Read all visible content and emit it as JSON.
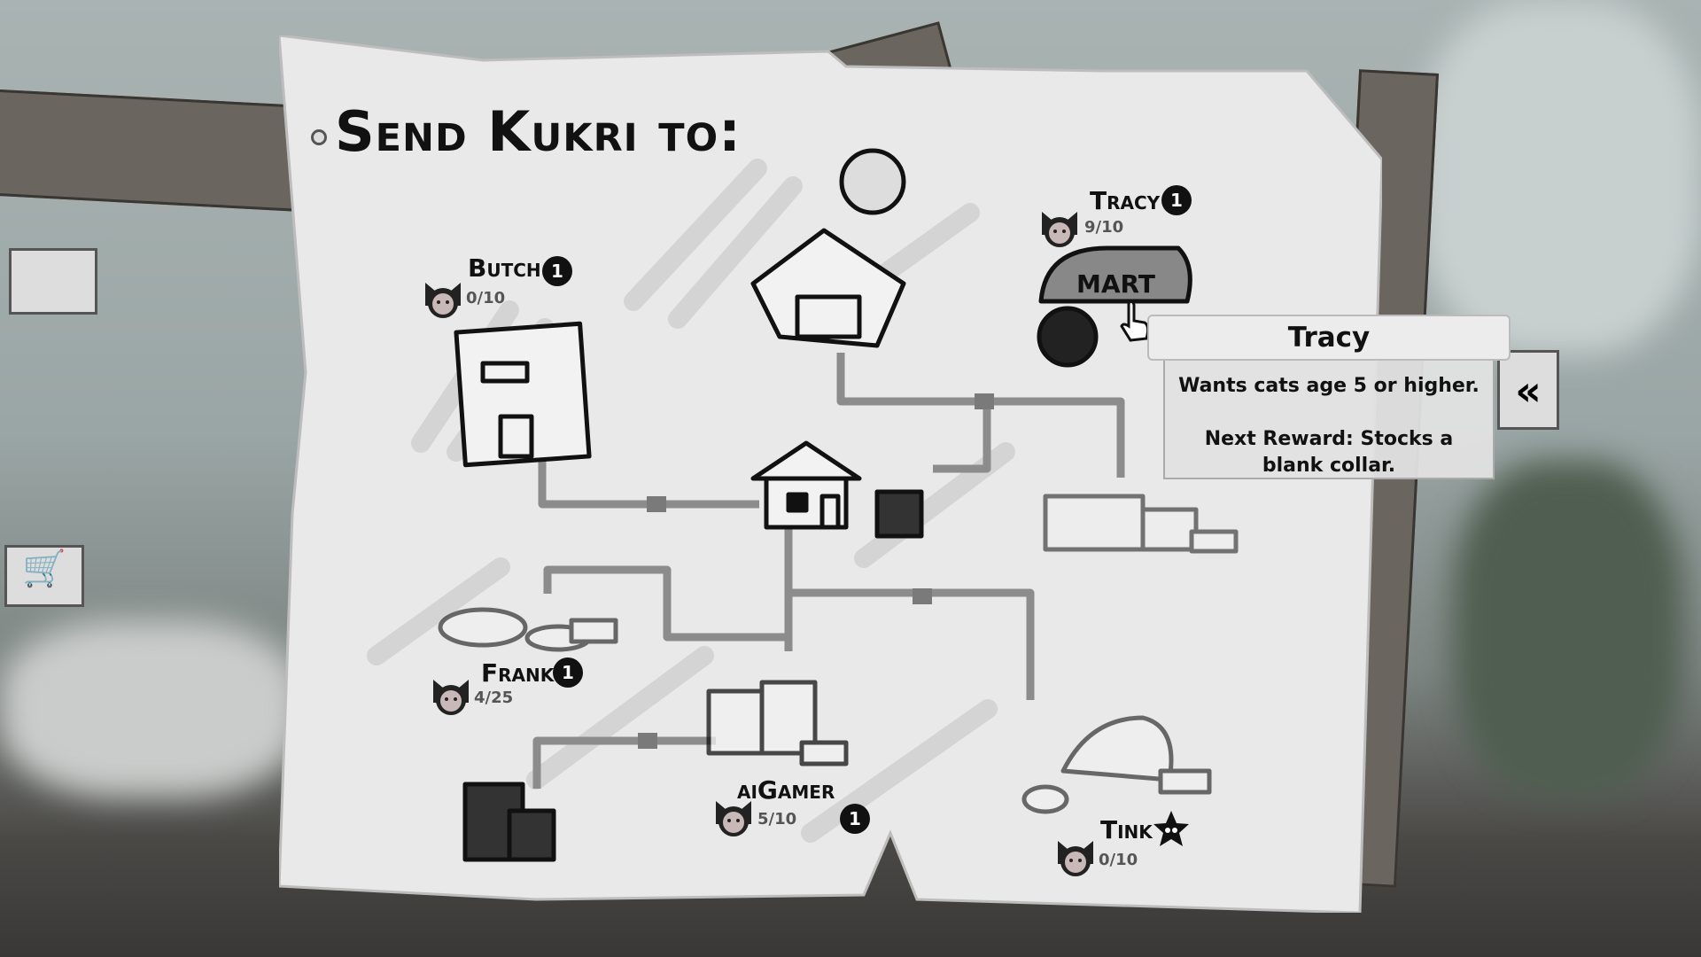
{
  "title": "Send Kukri to:",
  "clients": [
    {
      "name": "Butch",
      "count": "0/10",
      "badge": "1"
    },
    {
      "name": "Tracy",
      "count": "9/10",
      "badge": "1"
    },
    {
      "name": "Frank",
      "count": "4/25",
      "badge": "1"
    },
    {
      "name": "aiGamer",
      "count": "5/10",
      "badge": "1"
    },
    {
      "name": "Tink",
      "count": "0/10"
    }
  ],
  "tooltip": {
    "title": "Tracy",
    "line1": "Wants cats age 5 or higher.",
    "line2": "Next Reward: Stocks a blank collar."
  },
  "colors": {
    "paper": "#e9e9e9",
    "ink": "#111111",
    "pipe": "#8c8c8c"
  }
}
